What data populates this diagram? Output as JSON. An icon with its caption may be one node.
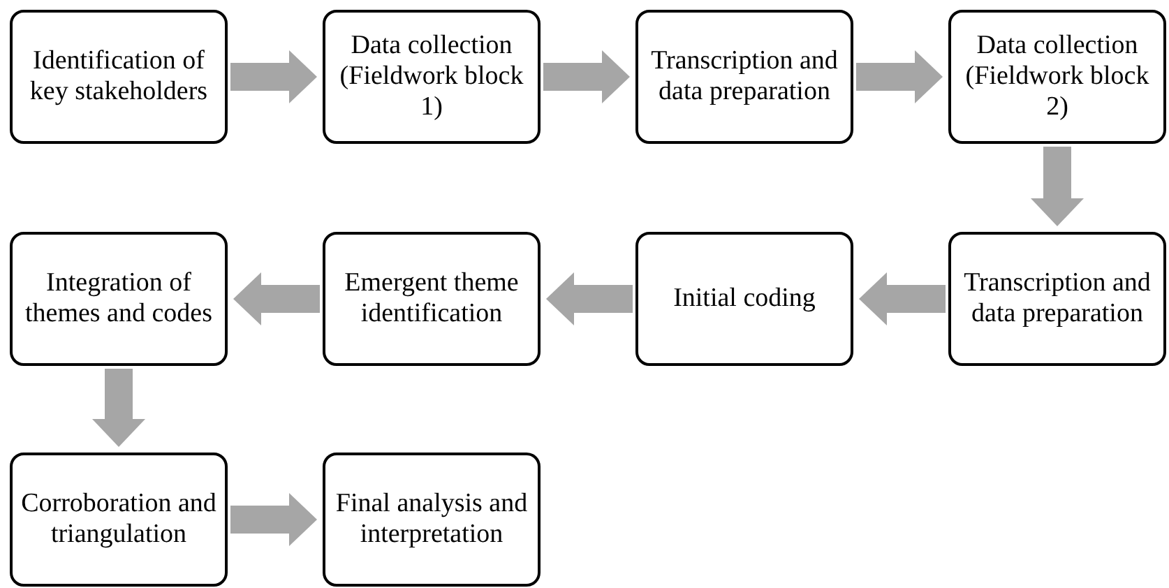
{
  "diagram": {
    "nodes": [
      {
        "text": [
          "Identification of key stakeholders"
        ]
      },
      {
        "text": [
          "Data collection (Fieldwork block 1)"
        ]
      },
      {
        "text": [
          "Transcription and data preparation"
        ]
      },
      {
        "text": [
          "Data collection (Fieldwork block 2)"
        ]
      },
      {
        "text": [
          "Transcription and data preparation"
        ]
      },
      {
        "text": [
          "Initial coding"
        ]
      },
      {
        "text": [
          "Emergent theme identification"
        ]
      },
      {
        "text": [
          "Integration of themes and codes"
        ]
      },
      {
        "text": [
          "Corroboration and triangulation"
        ]
      },
      {
        "text": [
          "Final analysis and interpretation"
        ]
      }
    ],
    "edges": [
      {
        "from": 0,
        "to": 1,
        "arrow": "to"
      },
      {
        "from": 1,
        "to": 2,
        "arrow": "to"
      },
      {
        "from": 2,
        "to": 3,
        "arrow": "to"
      },
      {
        "from": 3,
        "to": 4,
        "arrow": "to"
      },
      {
        "from": 4,
        "to": 5,
        "arrow": "to"
      },
      {
        "from": 5,
        "to": 6,
        "arrow": "to"
      },
      {
        "from": 6,
        "to": 7,
        "arrow": "to"
      },
      {
        "from": 7,
        "to": 8,
        "arrow": "to"
      },
      {
        "from": 8,
        "to": 9,
        "arrow": "to"
      }
    ]
  }
}
